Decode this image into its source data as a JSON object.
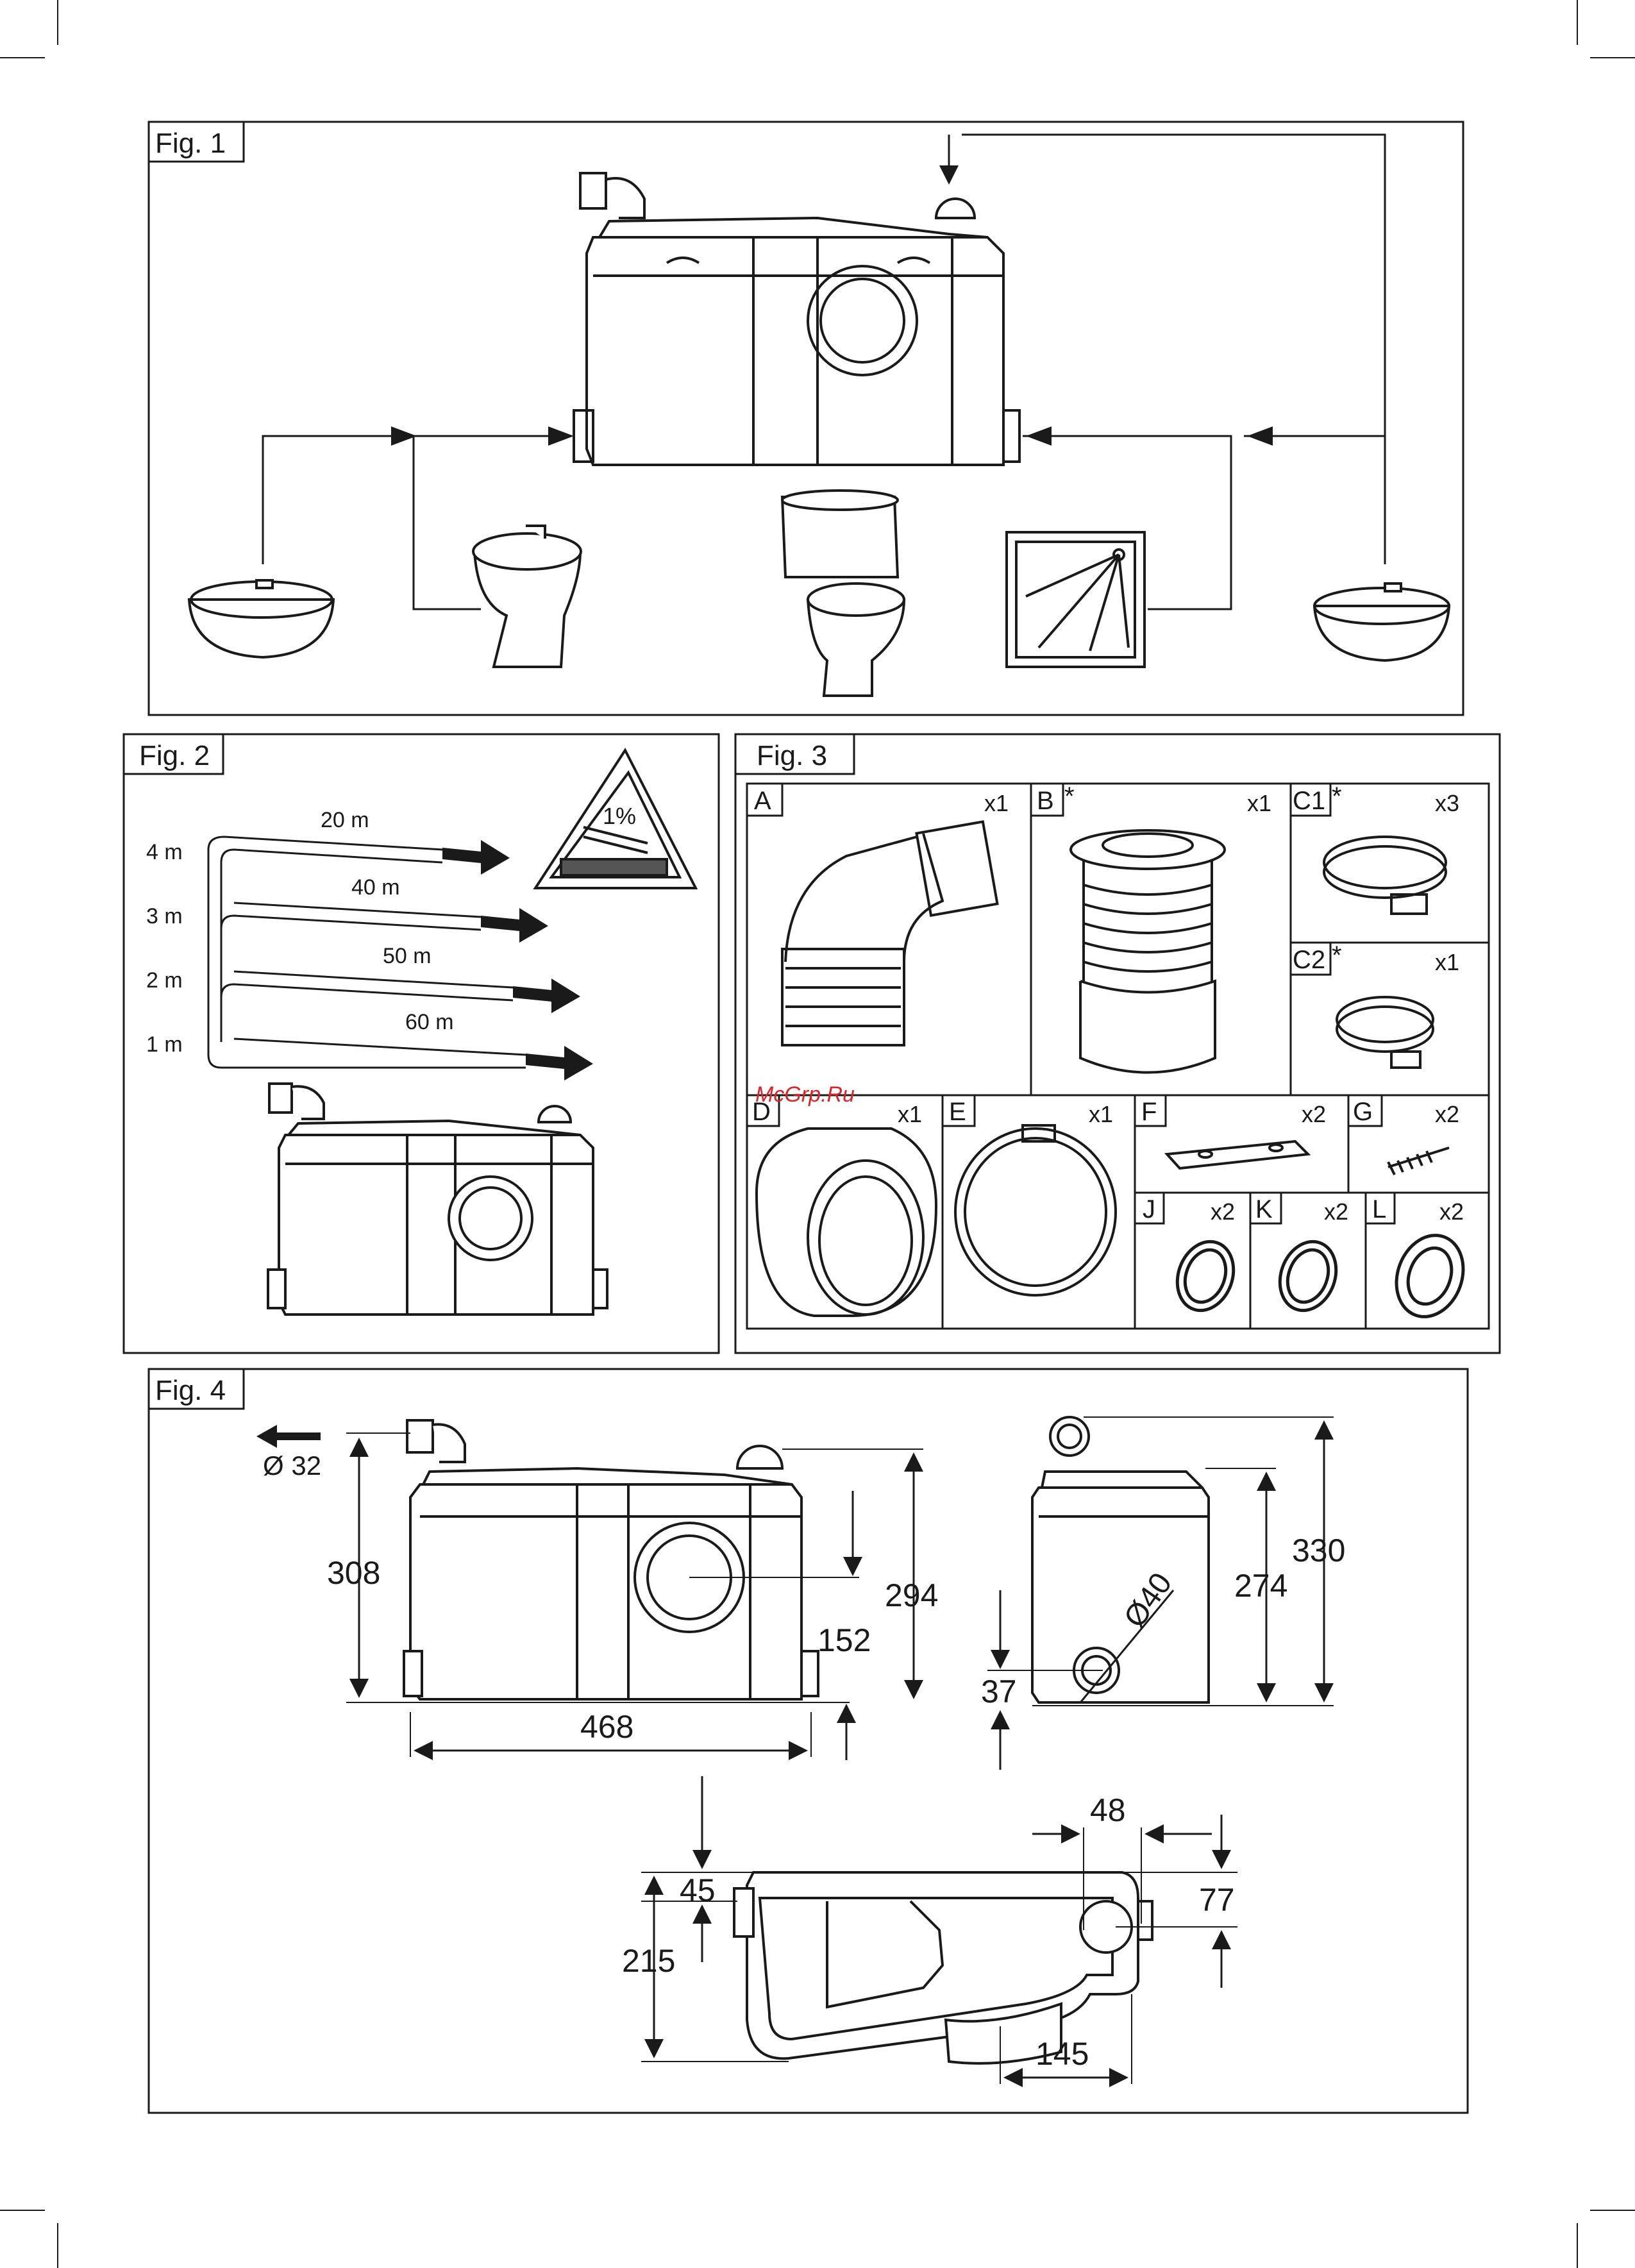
{
  "fig1": {
    "label": "Fig. 1"
  },
  "fig2": {
    "label": "Fig. 2",
    "slope": "1%",
    "heights": [
      "4 m",
      "3 m",
      "2 m",
      "1 m"
    ],
    "lengths": [
      "20 m",
      "40 m",
      "50 m",
      "60 m"
    ]
  },
  "fig3": {
    "label": "Fig. 3",
    "watermark": "McGrp.Ru",
    "parts": [
      {
        "id": "A",
        "qty": "x1",
        "mark": ""
      },
      {
        "id": "B",
        "qty": "x1",
        "mark": "*"
      },
      {
        "id": "C1",
        "qty": "x3",
        "mark": "*"
      },
      {
        "id": "C2",
        "qty": "x1",
        "mark": "*"
      },
      {
        "id": "D",
        "qty": "x1",
        "mark": ""
      },
      {
        "id": "E",
        "qty": "x1",
        "mark": ""
      },
      {
        "id": "F",
        "qty": "x2",
        "mark": ""
      },
      {
        "id": "G",
        "qty": "x2",
        "mark": ""
      },
      {
        "id": "J",
        "qty": "x2",
        "mark": ""
      },
      {
        "id": "K",
        "qty": "x2",
        "mark": ""
      },
      {
        "id": "L",
        "qty": "x2",
        "mark": ""
      }
    ]
  },
  "fig4": {
    "label": "Fig. 4",
    "dims": {
      "outlet": "Ø 32",
      "h308": "308",
      "w468": "468",
      "h294": "294",
      "h152": "152",
      "h330": "330",
      "h274": "274",
      "d40": "Ø40",
      "h37": "37",
      "d48": "48",
      "d45": "45",
      "d77": "77",
      "d215": "215",
      "d145": "145"
    }
  }
}
